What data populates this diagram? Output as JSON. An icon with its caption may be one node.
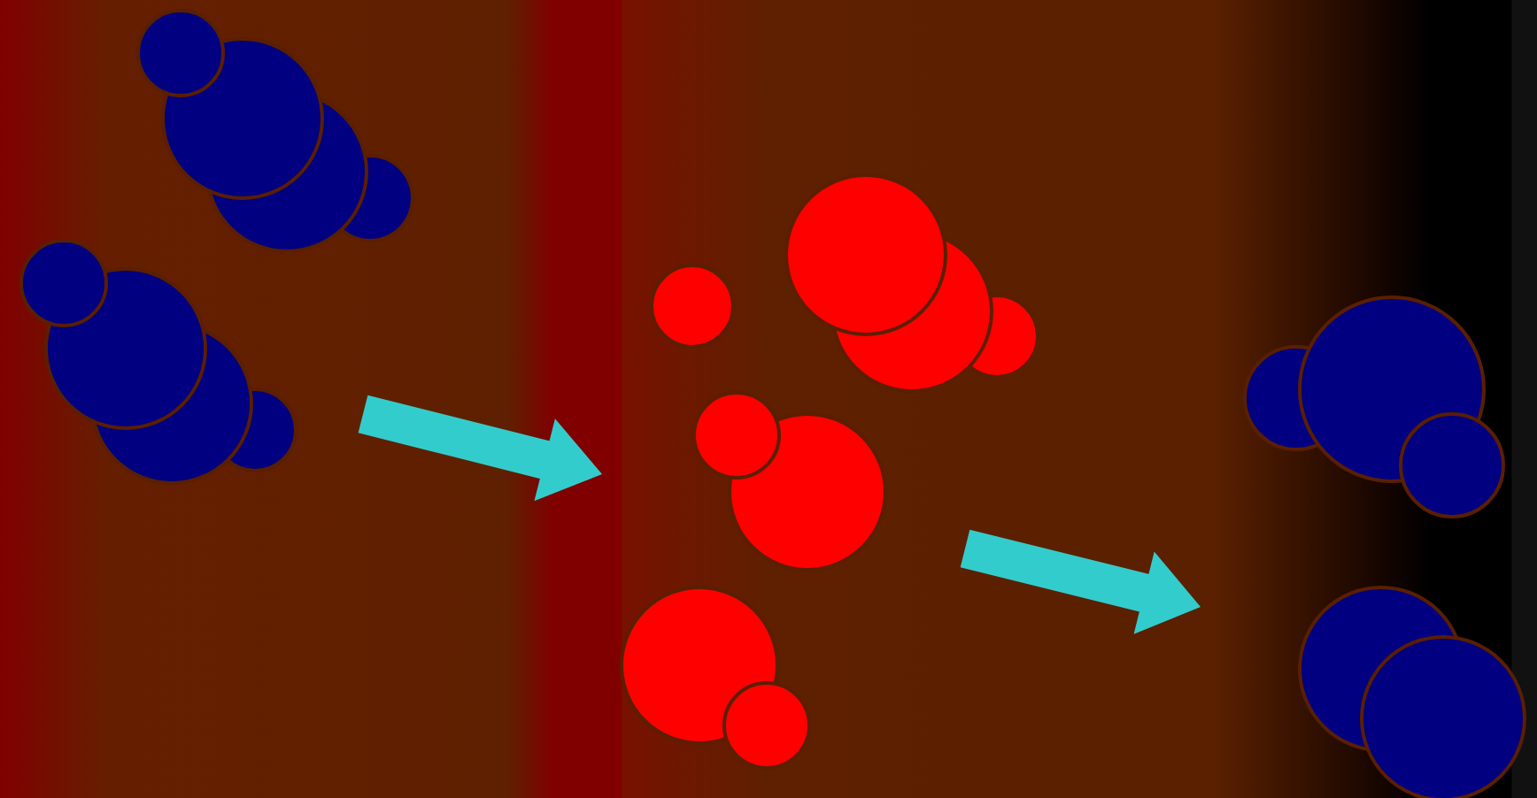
{
  "diagram": {
    "nodes": [
      {
        "text": [],
        "shape": "cluster"
      },
      {
        "text": [],
        "shape": "cluster"
      },
      {
        "text": [],
        "shape": "circle"
      },
      {
        "text": [],
        "shape": "cluster"
      },
      {
        "text": [],
        "shape": "cluster"
      },
      {
        "text": [],
        "shape": "cluster"
      },
      {
        "text": [],
        "shape": "cluster"
      },
      {
        "text": [],
        "shape": "cluster"
      }
    ],
    "edges": [
      {
        "from": 1,
        "to": 4,
        "arrow": "to"
      },
      {
        "from": 4,
        "to": 6,
        "arrow": "to"
      }
    ]
  }
}
